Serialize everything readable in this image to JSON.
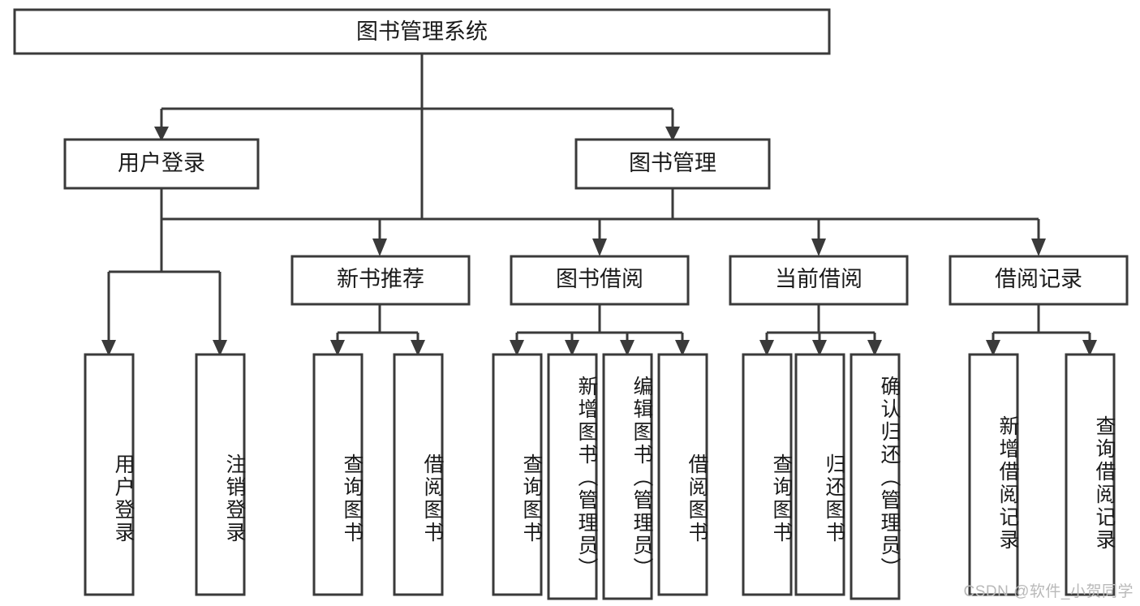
{
  "diagram": {
    "title": "图书管理系统",
    "type": "tree-hierarchy",
    "root": {
      "id": "root",
      "label": "图书管理系统",
      "orientation": "horizontal"
    },
    "level2": [
      {
        "id": "user-login",
        "label": "用户登录",
        "orientation": "horizontal"
      },
      {
        "id": "book-manage",
        "label": "图书管理",
        "orientation": "horizontal"
      }
    ],
    "level3": [
      {
        "id": "new-book-rec",
        "label": "新书推荐",
        "orientation": "horizontal",
        "parent": "book-manage"
      },
      {
        "id": "book-borrow",
        "label": "图书借阅",
        "orientation": "horizontal",
        "parent": "book-manage"
      },
      {
        "id": "current-borrow",
        "label": "当前借阅",
        "orientation": "horizontal",
        "parent": "book-manage"
      },
      {
        "id": "borrow-record",
        "label": "借阅记录",
        "orientation": "horizontal",
        "parent": "book-manage"
      }
    ],
    "leaves": [
      {
        "id": "leaf-user-login",
        "label": "用户登录",
        "orientation": "vertical",
        "parent": "user-login"
      },
      {
        "id": "leaf-user-logout",
        "label": "注销登录",
        "orientation": "vertical",
        "parent": "user-login"
      },
      {
        "id": "leaf-rec-query",
        "label": "查询图书",
        "orientation": "vertical",
        "parent": "new-book-rec"
      },
      {
        "id": "leaf-rec-borrow",
        "label": "借阅图书",
        "orientation": "vertical",
        "parent": "new-book-rec"
      },
      {
        "id": "leaf-borrow-query",
        "label": "查询图书",
        "orientation": "vertical",
        "parent": "book-borrow"
      },
      {
        "id": "leaf-borrow-add",
        "label": "新增图书（管理员）",
        "orientation": "vertical",
        "parent": "book-borrow"
      },
      {
        "id": "leaf-borrow-edit",
        "label": "编辑图书（管理员）",
        "orientation": "vertical",
        "parent": "book-borrow"
      },
      {
        "id": "leaf-borrow-do",
        "label": "借阅图书",
        "orientation": "vertical",
        "parent": "book-borrow"
      },
      {
        "id": "leaf-cur-query",
        "label": "查询图书",
        "orientation": "vertical",
        "parent": "current-borrow"
      },
      {
        "id": "leaf-cur-return",
        "label": "归还图书",
        "orientation": "vertical",
        "parent": "current-borrow"
      },
      {
        "id": "leaf-cur-confirm",
        "label": "确认归还（管理员）",
        "orientation": "vertical",
        "parent": "current-borrow"
      },
      {
        "id": "leaf-rec-add",
        "label": "新增借阅记录",
        "orientation": "vertical",
        "parent": "borrow-record"
      },
      {
        "id": "leaf-rec-search",
        "label": "查询借阅记录",
        "orientation": "vertical",
        "parent": "borrow-record"
      }
    ],
    "colors": {
      "background": "#ffffff",
      "box_fill": "#ffffff",
      "box_stroke": "#3a3a3a",
      "connector": "#3a3a3a",
      "text": "#1a1a1a",
      "watermark": "#b9b9b9"
    }
  },
  "watermark": {
    "text": "CSDN @软件_小贺同学"
  }
}
